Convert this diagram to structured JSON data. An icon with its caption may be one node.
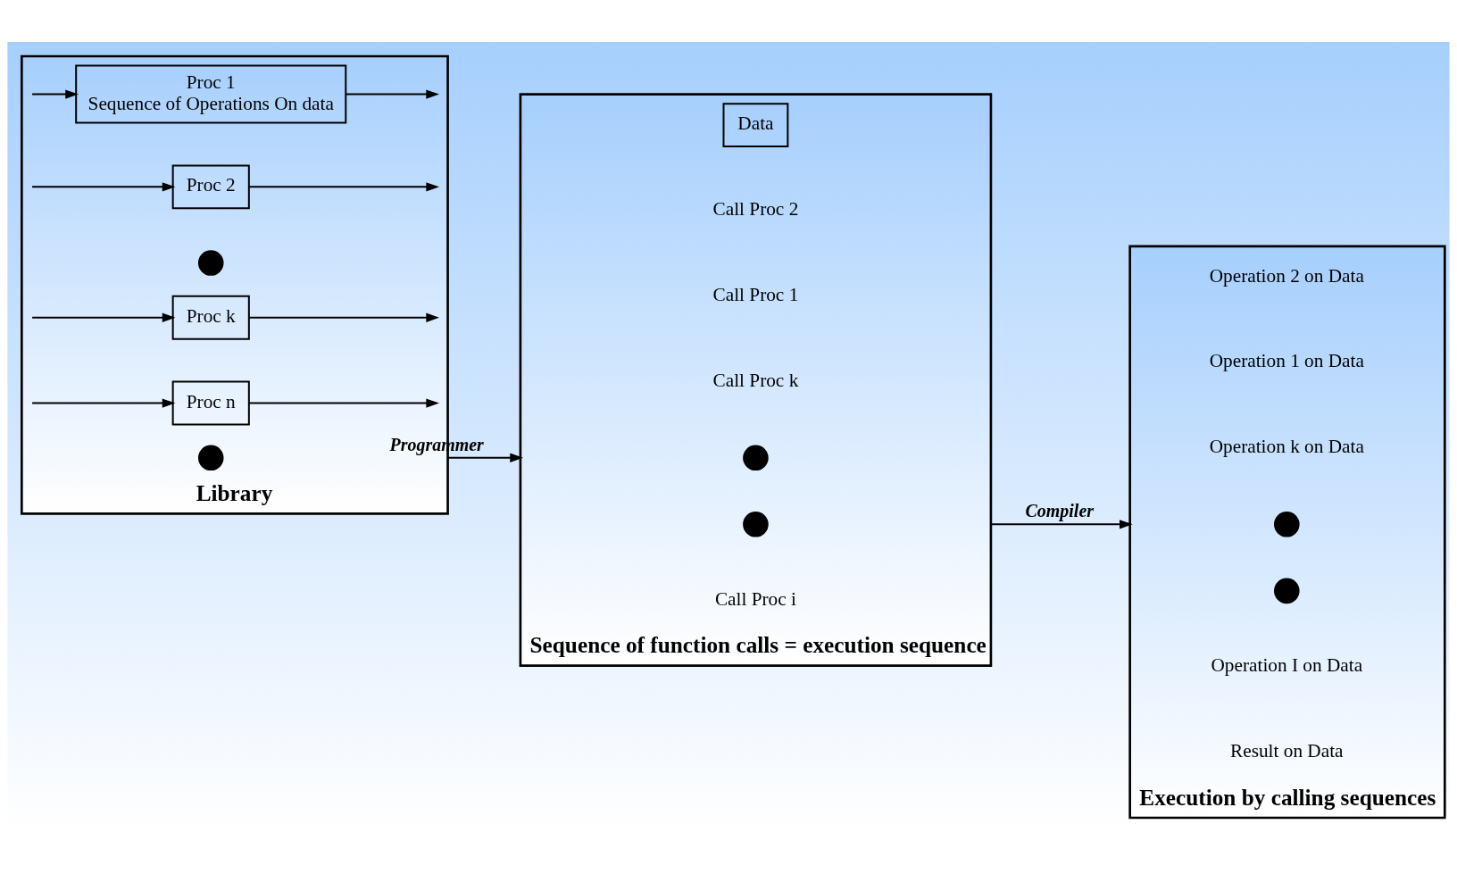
{
  "diagram": {
    "nodes": [
      {
        "text": [
          "Library"
        ]
      },
      {
        "text": [
          "Proc 1",
          "Sequence of Operations On data"
        ],
        "in": 0
      },
      {
        "text": [
          "Proc 2"
        ],
        "in": 0
      },
      {
        "text": [],
        "shape": "circle",
        "in": 0
      },
      {
        "text": [],
        "shape": "circle",
        "in": 0
      },
      {
        "text": [
          "Proc k"
        ],
        "in": 0
      },
      {
        "text": [
          "Proc n"
        ],
        "in": 0
      },
      {
        "text": [
          "Sequence of function calls = execution sequence"
        ]
      },
      {
        "text": [
          "Data"
        ],
        "in": 7
      },
      {
        "text": [],
        "shape": "circle",
        "in": 7
      },
      {
        "text": [],
        "shape": "circle",
        "in": 7
      },
      {
        "text": [
          "Execution by calling sequences"
        ]
      },
      {
        "text": [],
        "shape": "circle",
        "in": 11
      },
      {
        "text": [],
        "shape": "circle",
        "in": 11
      }
    ],
    "edges": [
      {
        "from": 1,
        "to": null,
        "arrow": "to"
      },
      {
        "from": null,
        "to": 1,
        "arrow": "to"
      },
      {
        "from": 2,
        "to": null,
        "arrow": "to"
      },
      {
        "from": null,
        "to": 2,
        "arrow": "to"
      },
      {
        "from": 5,
        "to": null,
        "arrow": "to"
      },
      {
        "from": null,
        "to": 5,
        "arrow": "to"
      },
      {
        "from": 6,
        "to": null,
        "arrow": "to"
      },
      {
        "from": null,
        "to": 6,
        "arrow": "to"
      },
      {
        "from": 0,
        "to": 7,
        "arrow": "to",
        "label": "Programmer"
      },
      {
        "from": 7,
        "to": 11,
        "arrow": "to",
        "label": "Compiler"
      }
    ],
    "labels": [
      "Call Proc 2",
      "Call Proc 1",
      "Call Proc k",
      "Call Proc i",
      "Operation 2 on Data",
      "Operation 1 on Data",
      "Operation k on Data",
      "Operation I on Data",
      "Result on Data"
    ]
  }
}
